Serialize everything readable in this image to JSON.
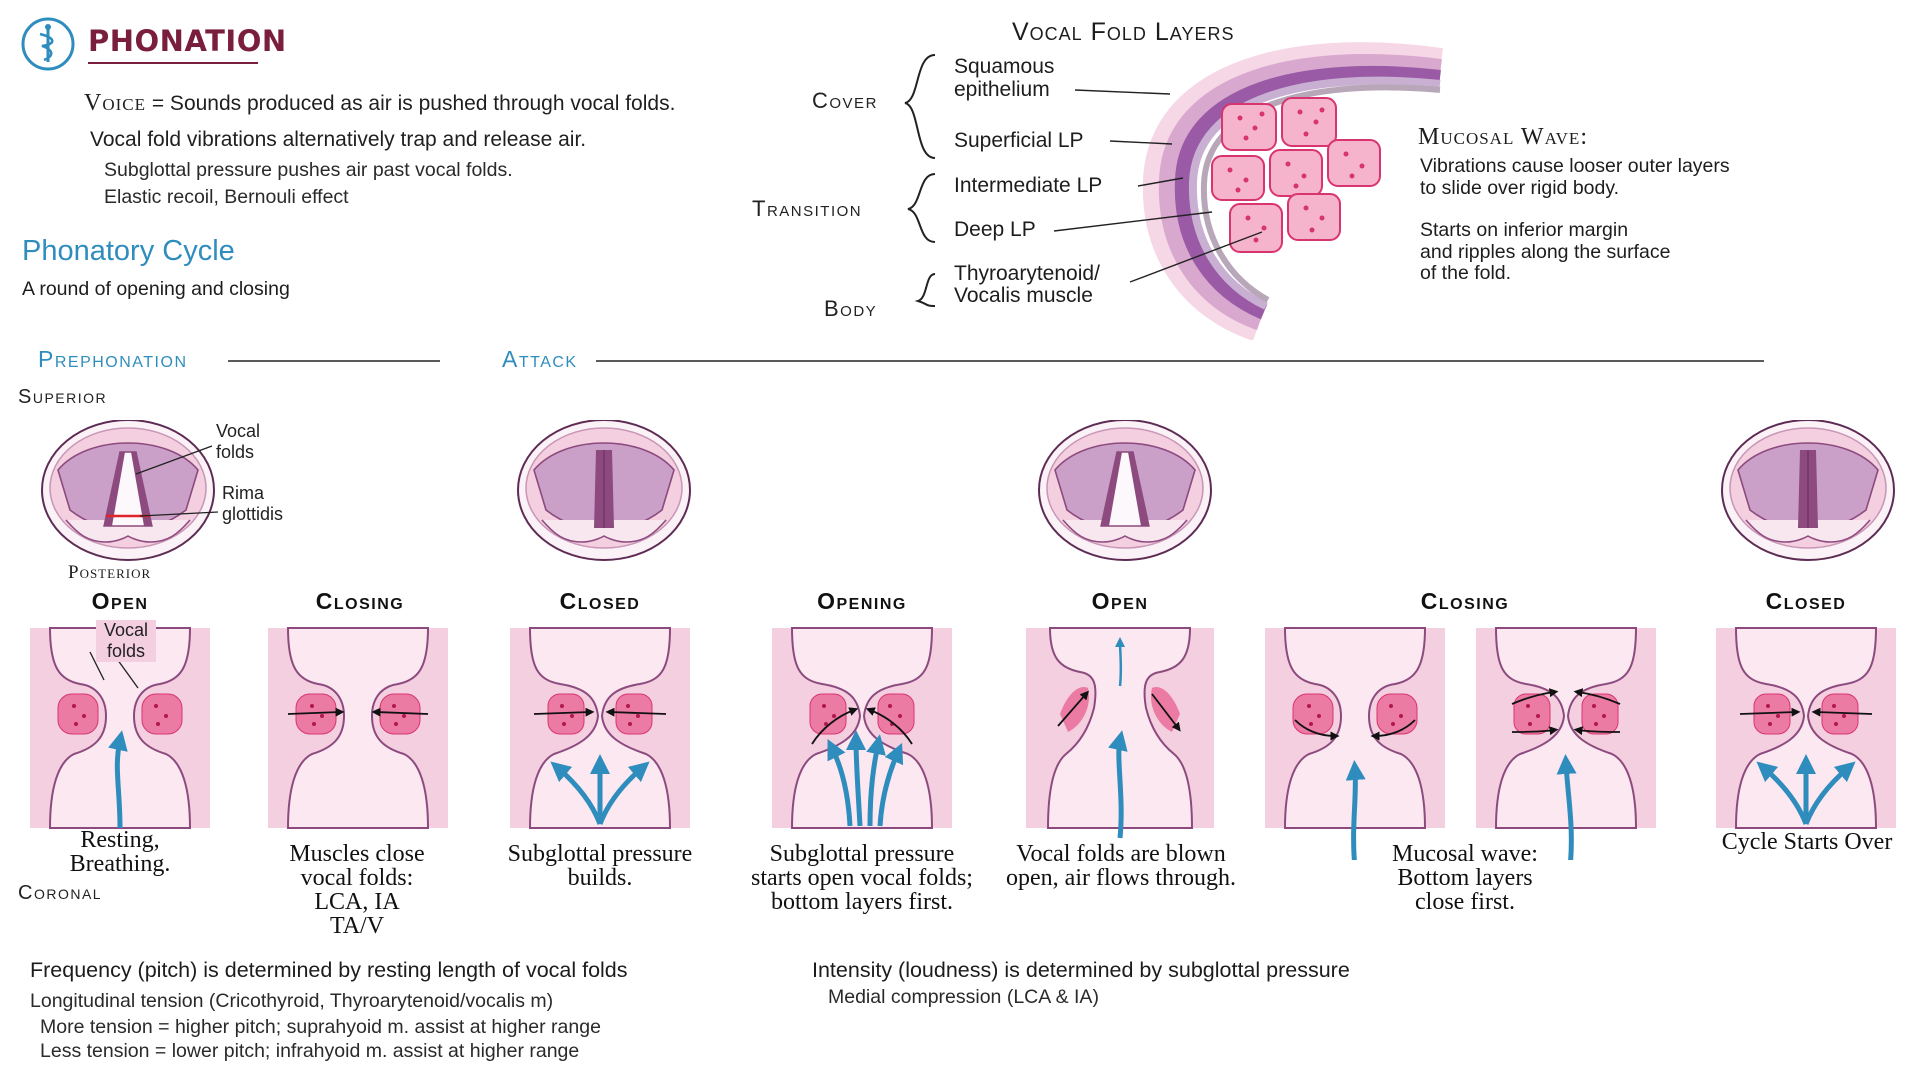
{
  "header": {
    "title": "PHONATION",
    "voice_term": "Voice",
    "voice_def": " = Sounds produced as air is pushed through vocal folds.",
    "vibration": "Vocal fold vibrations alternatively trap and release air.",
    "subglottal": "Subglottal pressure pushes air past vocal folds.",
    "recoil": "Elastic recoil, Bernouli effect"
  },
  "phonatory": {
    "title": "Phonatory Cycle",
    "subtitle": "A round of opening and closing"
  },
  "layers": {
    "title": "Vocal Fold Layers",
    "groups": [
      "Cover",
      "Transition",
      "Body"
    ],
    "items": [
      "Squamous",
      "epithelium",
      "Superficial LP",
      "Intermediate LP",
      "Deep LP",
      "Thyroarytenoid/",
      "Vocalis muscle"
    ]
  },
  "mucosal": {
    "title": "Mucosal Wave:",
    "lines": [
      "Vibrations cause looser outer layers",
      "to slide over rigid body.",
      "Starts on inferior margin",
      "and ripples along the surface",
      "of the fold."
    ]
  },
  "sections": {
    "prephonation": "Prephonation",
    "attack": "Attack"
  },
  "views": {
    "superior": "Superior",
    "posterior": "Posterior",
    "coronal": "Coronal"
  },
  "superior_anno": {
    "vocal_folds": [
      "Vocal",
      "folds"
    ],
    "rima": [
      "Rima",
      "glottidis"
    ]
  },
  "coronal_anno": [
    "Vocal",
    "folds"
  ],
  "stages": [
    {
      "label": "Open",
      "caption": [
        "Resting,",
        "Breathing."
      ]
    },
    {
      "label": "Closing",
      "caption": [
        "Muscles close",
        "vocal folds:",
        "LCA, IA",
        "TA/V"
      ]
    },
    {
      "label": "Closed",
      "caption": [
        "Subglottal pressure",
        "builds."
      ]
    },
    {
      "label": "Opening",
      "caption": [
        "Subglottal pressure",
        "starts open vocal folds;",
        "bottom layers first."
      ]
    },
    {
      "label": "Open",
      "caption": [
        "Vocal folds are blown",
        "open, air flows through."
      ]
    },
    {
      "label": "Closing",
      "caption": [
        "Mucosal wave:",
        "Bottom layers",
        "close first."
      ]
    },
    {
      "label": "Closed",
      "caption": [
        "Cycle Starts Over"
      ]
    }
  ],
  "footer": {
    "frequency": "Frequency (pitch) is determined by resting length of vocal folds",
    "longitudinal": "Longitudinal tension (Cricothyroid, Thyroarytenoid/vocalis m)",
    "more": "More tension = higher pitch; suprahyoid m. assist at higher range",
    "less": "Less tension = lower pitch; infrahyoid m. assist at higher range",
    "intensity": "Intensity (loudness) is determined by subglottal pressure",
    "medial": "Medial compression (LCA & IA)"
  },
  "colors": {
    "title": "#7a1e3e",
    "accent_blue": "#2f8dbe",
    "tissue_pink": "#f4cfe0",
    "fold_purple": "#8c4a7e",
    "nodule": "#ec5f93"
  }
}
